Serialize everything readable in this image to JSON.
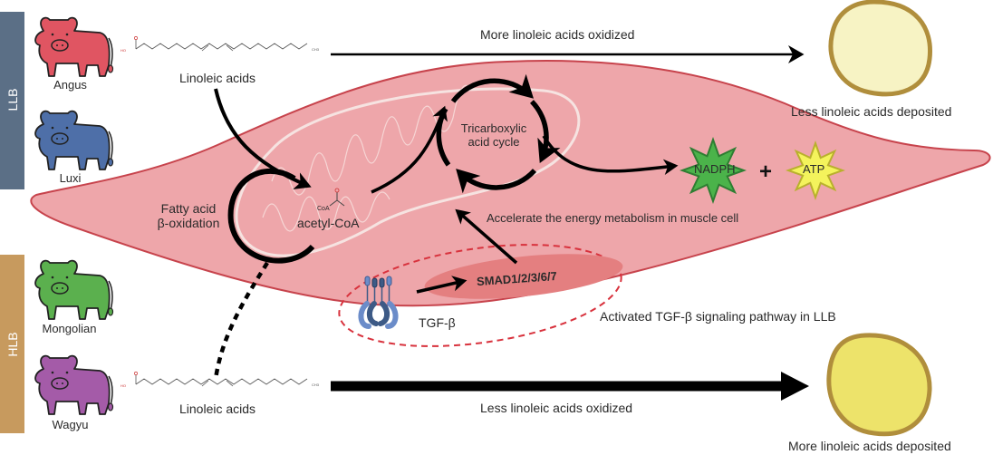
{
  "groups": [
    {
      "id": "llb",
      "label": "LLB",
      "color": "#5b6f86",
      "breeds": [
        {
          "name": "Angus",
          "color": "#e05562"
        },
        {
          "name": "Luxi",
          "color": "#4e6fa8"
        }
      ]
    },
    {
      "id": "hlb",
      "label": "HLB",
      "color": "#c79a5e",
      "breeds": [
        {
          "name": "Mongolian",
          "color": "#5bb04e"
        },
        {
          "name": "Wagyu",
          "color": "#a45ba8"
        }
      ]
    }
  ],
  "molecules": {
    "top_label": "Linoleic acids",
    "bottom_label": "Linoleic acids",
    "acid_ho": "HO",
    "acid_ch3": "CH3"
  },
  "top_path": {
    "arrow_label": "More linoleic acids oxidized",
    "droplet_label": "Less linoleic acids deposited",
    "droplet_fill": "#f7f3c4"
  },
  "bottom_path": {
    "arrow_label": "Less linoleic acids oxidized",
    "droplet_label": "More linoleic acids deposited",
    "droplet_fill": "#ede36a"
  },
  "cell": {
    "fill": "#eea6aa",
    "stroke": "#c7434c",
    "fatty_acid_label_1": "Fatty acid",
    "fatty_acid_label_2": "β-oxidation",
    "acetyl_label": "acetyl-CoA",
    "coa_small": "CoA",
    "tca_label_1": "Tricarboxylic",
    "tca_label_2": "acid cycle",
    "products": [
      {
        "name": "NADPH",
        "color": "#4bb34a"
      },
      {
        "name": "ATP",
        "color": "#f4f35c"
      }
    ],
    "plus": "+",
    "energy_label": "Accelerate the energy metabolism in muscle cell",
    "smad_label": "SMAD1/2/3/6/7",
    "tgf_label": "TGF-β",
    "pathway_label": "Activated TGF-β signaling pathway in LLB"
  }
}
